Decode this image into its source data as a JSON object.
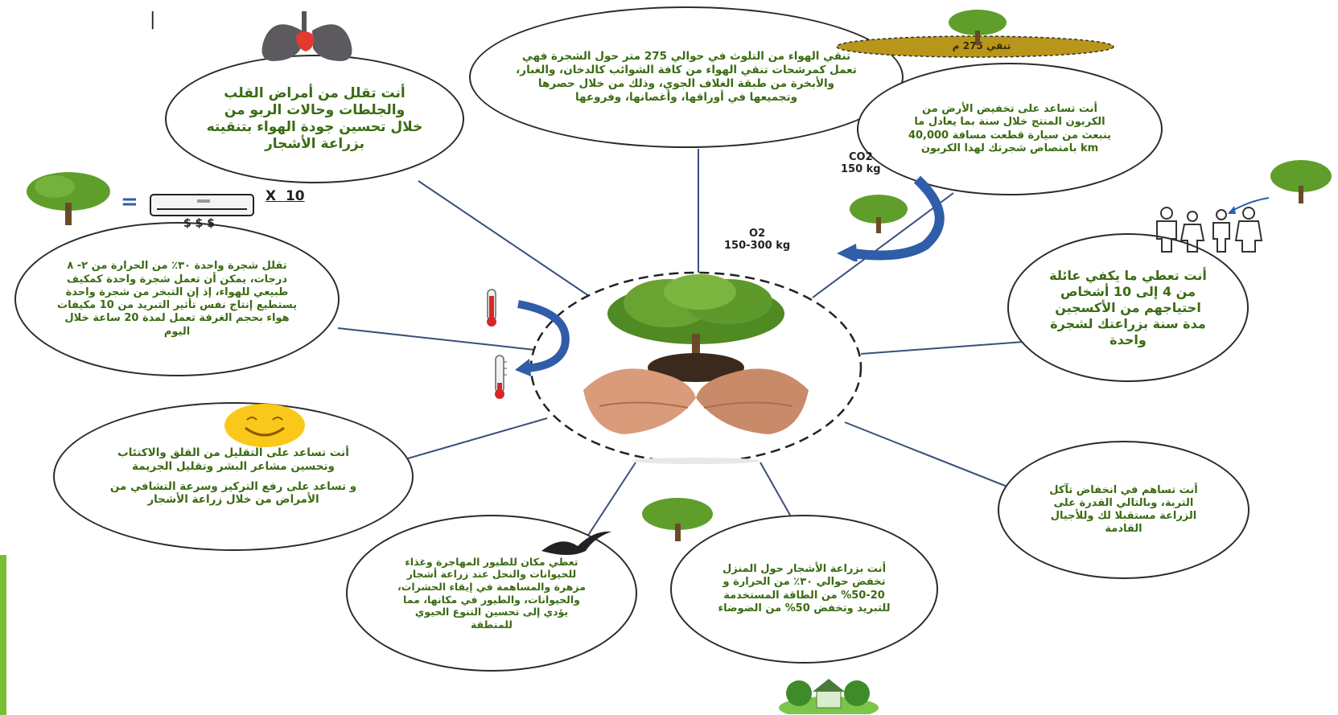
{
  "center": {
    "icon": "tree-in-hands-icon"
  },
  "bubbles": {
    "air_pollution": "تنقي الهواء من التلوث في حوالي 275 متر حول الشجرة فهي تعمل كمرشحات تنقي الهواء من كافة الشوائب كالدخان، والغبار، والأبخرة من طبقة الغلاف الجوي، وذلك من خلال حصرها وتجميعها في أوراقها، وأغصانها، وفروعها",
    "heart_disease": "أنت تقلل من أمراض القلب والجلطات وحالات الربو من خلال تحسين جودة الهواء بتنقيته بزراعة الأشجار",
    "carbon": "أنت تساعد على تخفيض الأرض من الكربون المنتج خلال سنة بما يعادل ما ينبعث من سيارة قطعت مسافة 40,000 km بامتصاص شجرتك لهذا الكربون",
    "cooling": "تقلل شجرة واحدة ٣٠٪ من الحرارة من ٢- ٨ درجات، يمكن أن تعمل شجرة واحدة كمكيف طبيعي للهواء، إذ إن التبخر من شجرة واحدة يستطيع إنتاج نفس تأثير التبريد من 10 مكيفات هواء بحجم الغرفة تعمل لمدة 20 ساعة خلال اليوم",
    "oxygen_family": "أنت تعطي ما يكفي عائلة من 4 إلى 10 أشخاص احتياجهم من الأكسجين مدة سنة بزراعتك لشجرة واحدة",
    "mental_health": [
      "أنت تساعد على التقليل من القلق والاكتئاب وتحسين مشاعر البشر وتقليل الجريمة",
      "و تساعد على رفع التركيز وسرعة التشافي من الأمراض من خلال زراعة الأشجار"
    ],
    "soil": "أنت تساهم في انخفاض تآكل التربة، وبالتالي القدرة على الزراعة مستقبلا لك وللأجيال القادمة",
    "wildlife": "تعطي مكان للطيور المهاجرة وغذاء للحيوانات والنحل عند زراعة أشجار مزهرة والمساهمة في إيقاء الحشرات، والحيوانات، والطيور في مكانها، مما يؤدي إلى تحسين التنوع الحيوي للمنطقة",
    "home_energy": "أنت بزراعة الأشجار حول المنزل تخفض حوالي ٣٠٪ من الحرارة و 20-50% من الطاقة المستخدمة للتبريد وتخفض 50% من الضوضاء"
  },
  "labels": {
    "co2": "CO2\n150 kg",
    "o2": "O2\n150-300 kg",
    "ac_multiplier": "X  10",
    "ac_cost": "$ $ $",
    "ac_equals": "=",
    "oval_caption": "تنقي 275 م",
    "stroke_mark": "|"
  },
  "colors": {
    "text_green": "#3a6b12",
    "border": "#2b2b2b",
    "line": "#3b4f7c",
    "arrow_blue": "#2f5da8",
    "oval": "#b8961a"
  }
}
